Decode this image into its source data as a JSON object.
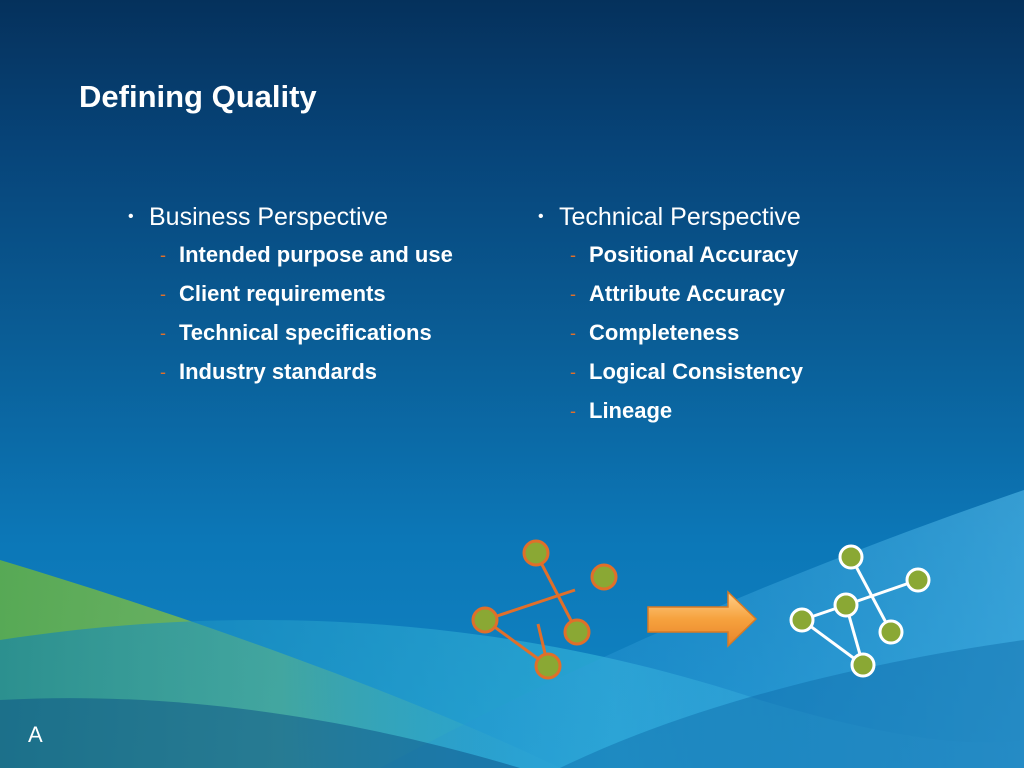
{
  "slide": {
    "title": "Defining Quality",
    "corner_text": "A"
  },
  "left_column": {
    "heading": "Business Perspective",
    "items": [
      "Intended purpose and use",
      "Client requirements",
      "Technical specifications",
      "Industry standards"
    ]
  },
  "right_column": {
    "heading": "Technical Perspective",
    "items": [
      "Positional Accuracy",
      "Attribute Accuracy",
      "Completeness",
      "Logical Consistency",
      "Lineage"
    ]
  },
  "colors": {
    "node_fill": "#8aa834",
    "before_edges": "#e06f2a",
    "after_edges": "#ffffff",
    "arrow": "#f39a3c"
  },
  "icons": {
    "before": "disconnected-network-icon",
    "transform": "right-arrow-icon",
    "after": "connected-network-icon"
  }
}
